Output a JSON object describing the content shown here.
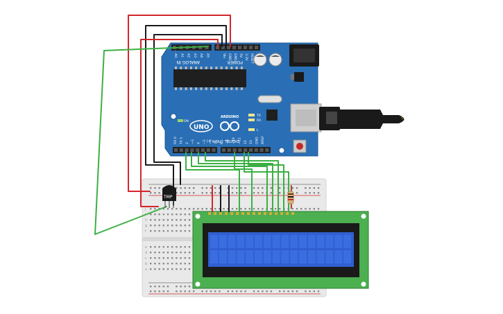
{
  "arduino": {
    "power_label": "POWER",
    "analog_label": "ANALOG IN",
    "digital_label": "DIGITAL (PWM ~)",
    "brand": "ARDUINO",
    "model": "UNO",
    "on_label": "ON",
    "tx_label": "TX",
    "rx_label": "RX",
    "l_label": "L",
    "analog_pins": [
      "A0",
      "A1",
      "A2",
      "A3",
      "A4",
      "A5"
    ],
    "power_pins": [
      "Vin",
      "GND",
      "GND",
      "5V",
      "3.3V",
      "RESET",
      "IOREF"
    ],
    "digital_pins": [
      "RX 0",
      "TX 1",
      "2",
      "~3",
      "4",
      "~5",
      "~6",
      "7",
      "8",
      "~9",
      "~10",
      "~11",
      "12",
      "13",
      "GND",
      "AREF"
    ]
  },
  "sensor": {
    "label": "TMP"
  },
  "colors": {
    "board": "#2a6fb5",
    "board_dark": "#1e5791",
    "wire_red": "#d0262b",
    "wire_black": "#1a1a1a",
    "wire_green": "#3bb043",
    "lcd_pcb": "#4caf50",
    "lcd_screen": "#2f5fd0",
    "breadboard": "#e9e9e9"
  }
}
